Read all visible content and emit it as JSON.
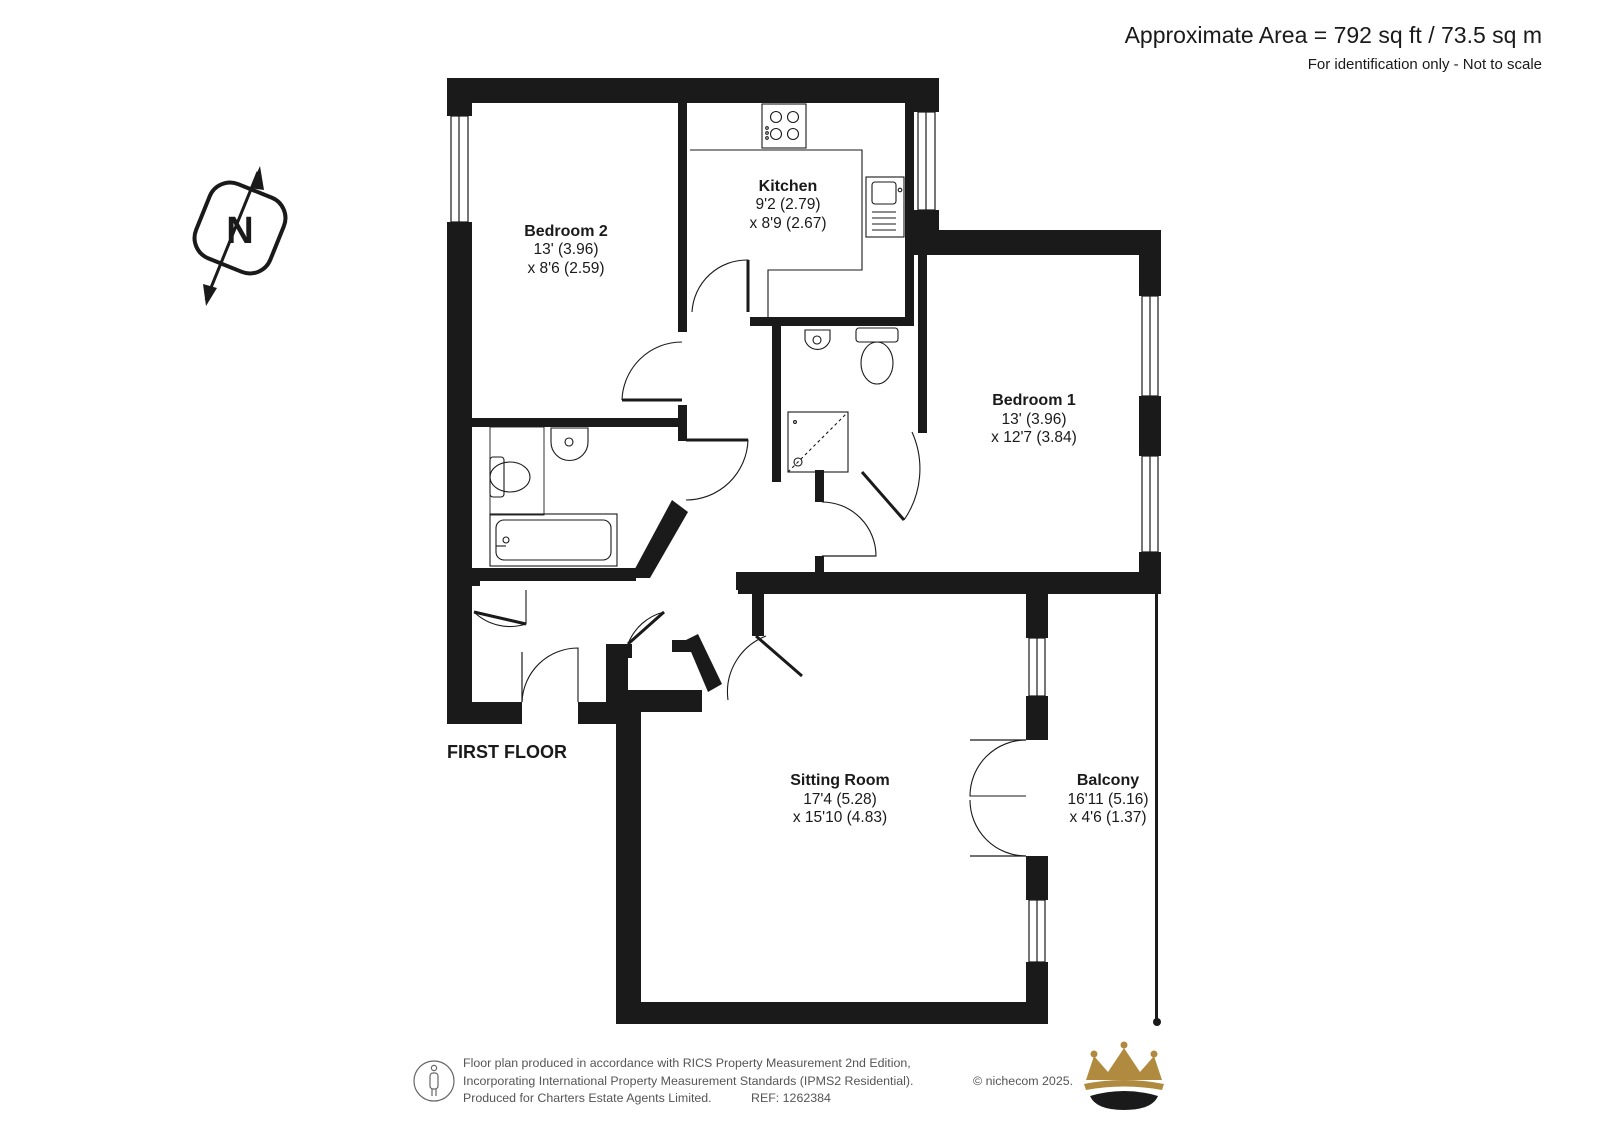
{
  "header": {
    "area_text": "Approximate Area = 792 sq ft / 73.5 sq m",
    "scale_note": "For identification only - Not to scale"
  },
  "compass": {
    "label": "N",
    "icon": "north-arrow-icon"
  },
  "floor_label": "FIRST FLOOR",
  "rooms": {
    "bedroom2": {
      "name": "Bedroom 2",
      "dim1": "13' (3.96)",
      "dim2": "x 8'6 (2.59)"
    },
    "kitchen": {
      "name": "Kitchen",
      "dim1": "9'2 (2.79)",
      "dim2": "x 8'9 (2.67)"
    },
    "bedroom1": {
      "name": "Bedroom 1",
      "dim1": "13' (3.96)",
      "dim2": "x 12'7 (3.84)"
    },
    "sitting": {
      "name": "Sitting Room",
      "dim1": "17'4 (5.28)",
      "dim2": "x 15'10 (4.83)"
    },
    "balcony": {
      "name": "Balcony",
      "dim1": "16'11 (5.16)",
      "dim2": "x 4'6 (1.37)"
    }
  },
  "footer": {
    "line1": "Floor plan produced in accordance with RICS Property Measurement 2nd Edition,",
    "line2": "Incorporating International Property Measurement Standards (IPMS2 Residential).",
    "line3": "Produced for Charters Estate Agents Limited.",
    "ref": "REF: 1262384",
    "copyright": "© nichecom 2025.",
    "logo_icon": "crown-logo-icon",
    "person_icon": "person-icon"
  },
  "colors": {
    "wall": "#1a1a1a",
    "gold": "#b08a3e",
    "text": "#1a1a1a"
  }
}
